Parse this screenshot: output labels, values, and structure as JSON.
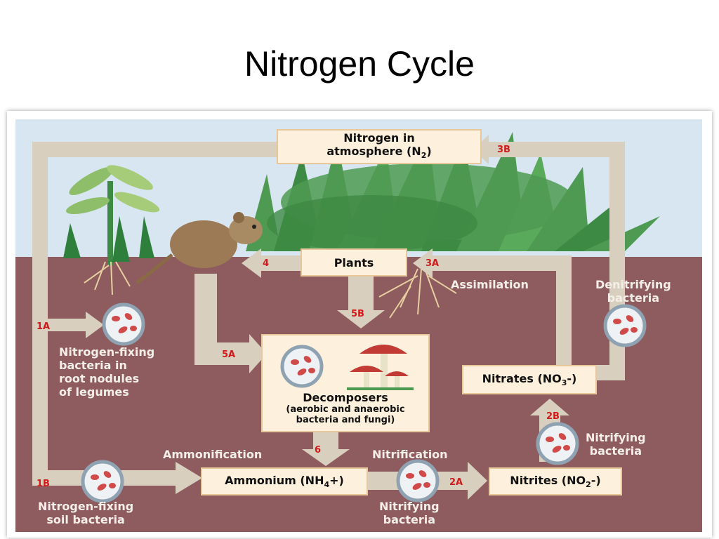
{
  "title": "Nitrogen Cycle",
  "boxes": {
    "atmosphere_line1": "Nitrogen in",
    "atmosphere_line2": "atmosphere (N",
    "atmosphere_sub": "2",
    "atmosphere_close": ")",
    "plants": "Plants",
    "decomposers": "Decomposers",
    "decomposers_sub1": "(aerobic and anaerobic",
    "decomposers_sub2": "bacteria and fungi)",
    "ammonium_pre": "Ammonium (NH",
    "ammonium_sub": "4",
    "ammonium_post": "+)",
    "nitrites_pre": "Nitrites (NO",
    "nitrites_sub": "2",
    "nitrites_post": "-)",
    "nitrates_pre": "Nitrates (NO",
    "nitrates_sub": "3",
    "nitrates_post": "-)"
  },
  "labels": {
    "fixing_root_1": "Nitrogen-fixing",
    "fixing_root_2": "bacteria in",
    "fixing_root_3": "root nodules",
    "fixing_root_4": "of legumes",
    "fixing_soil_1": "Nitrogen-fixing",
    "fixing_soil_2": "soil bacteria",
    "ammonification": "Ammonification",
    "nitrification": "Nitrification",
    "nitrifying_bottom_1": "Nitrifying",
    "nitrifying_bottom_2": "bacteria",
    "nitrifying_right_1": "Nitrifying",
    "nitrifying_right_2": "bacteria",
    "assimilation": "Assimilation",
    "denitrifying_1": "Denitrifying",
    "denitrifying_2": "bacteria"
  },
  "steps": {
    "s1a": "1A",
    "s1b": "1B",
    "s2a": "2A",
    "s2b": "2B",
    "s3a": "3A",
    "s3b": "3B",
    "s4": "4",
    "s5a": "5A",
    "s5b": "5B",
    "s6": "6"
  },
  "colors": {
    "sky": "#d7e6f1",
    "soil": "#8e5b5e",
    "arrow": "#d9cfbf",
    "box_fill": "#fdf0dc",
    "step_red": "#d21a1a",
    "plant_green": "#4f9a52"
  }
}
